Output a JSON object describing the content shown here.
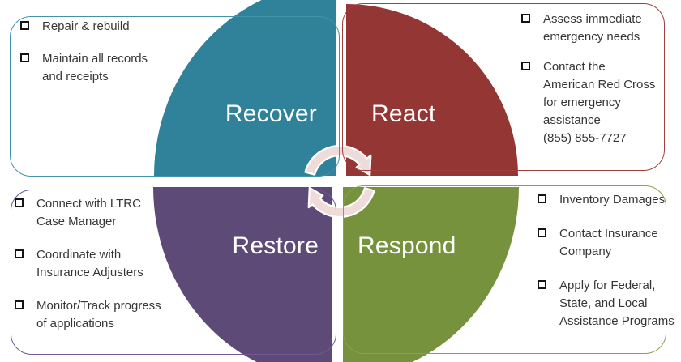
{
  "quadrants": {
    "recover": {
      "label": "Recover",
      "color": "#2F8299",
      "border_color": "#4193A8",
      "items": [
        "Repair & rebuild",
        "Maintain all records\nand receipts"
      ]
    },
    "react": {
      "label": "React",
      "color": "#943634",
      "border_color": "#A23F3D",
      "items": [
        "Assess immediate\nemergency needs",
        "Contact the\nAmerican Red Cross\nfor emergency\nassistance\n(855) 855-7727"
      ]
    },
    "restore": {
      "label": "Restore",
      "color": "#5E4A77",
      "border_color": "#715796",
      "items": [
        "Connect with LTRC\nCase Manager",
        "Coordinate with\nInsurance Adjusters",
        "Monitor/Track progress\nof applications"
      ]
    },
    "respond": {
      "label": "Respond",
      "color": "#77923D",
      "border_color": "#87A34B",
      "items": [
        "Inventory Damages",
        "Contact Insurance\nCompany",
        "Apply for Federal,\nState, and Local\nAssistance Programs"
      ]
    }
  },
  "arrows": {
    "fill": "#EFDCDA",
    "outline": "#FFFFFF",
    "direction": "clockwise"
  },
  "bullet_icon": "hollow-square-checkbox"
}
